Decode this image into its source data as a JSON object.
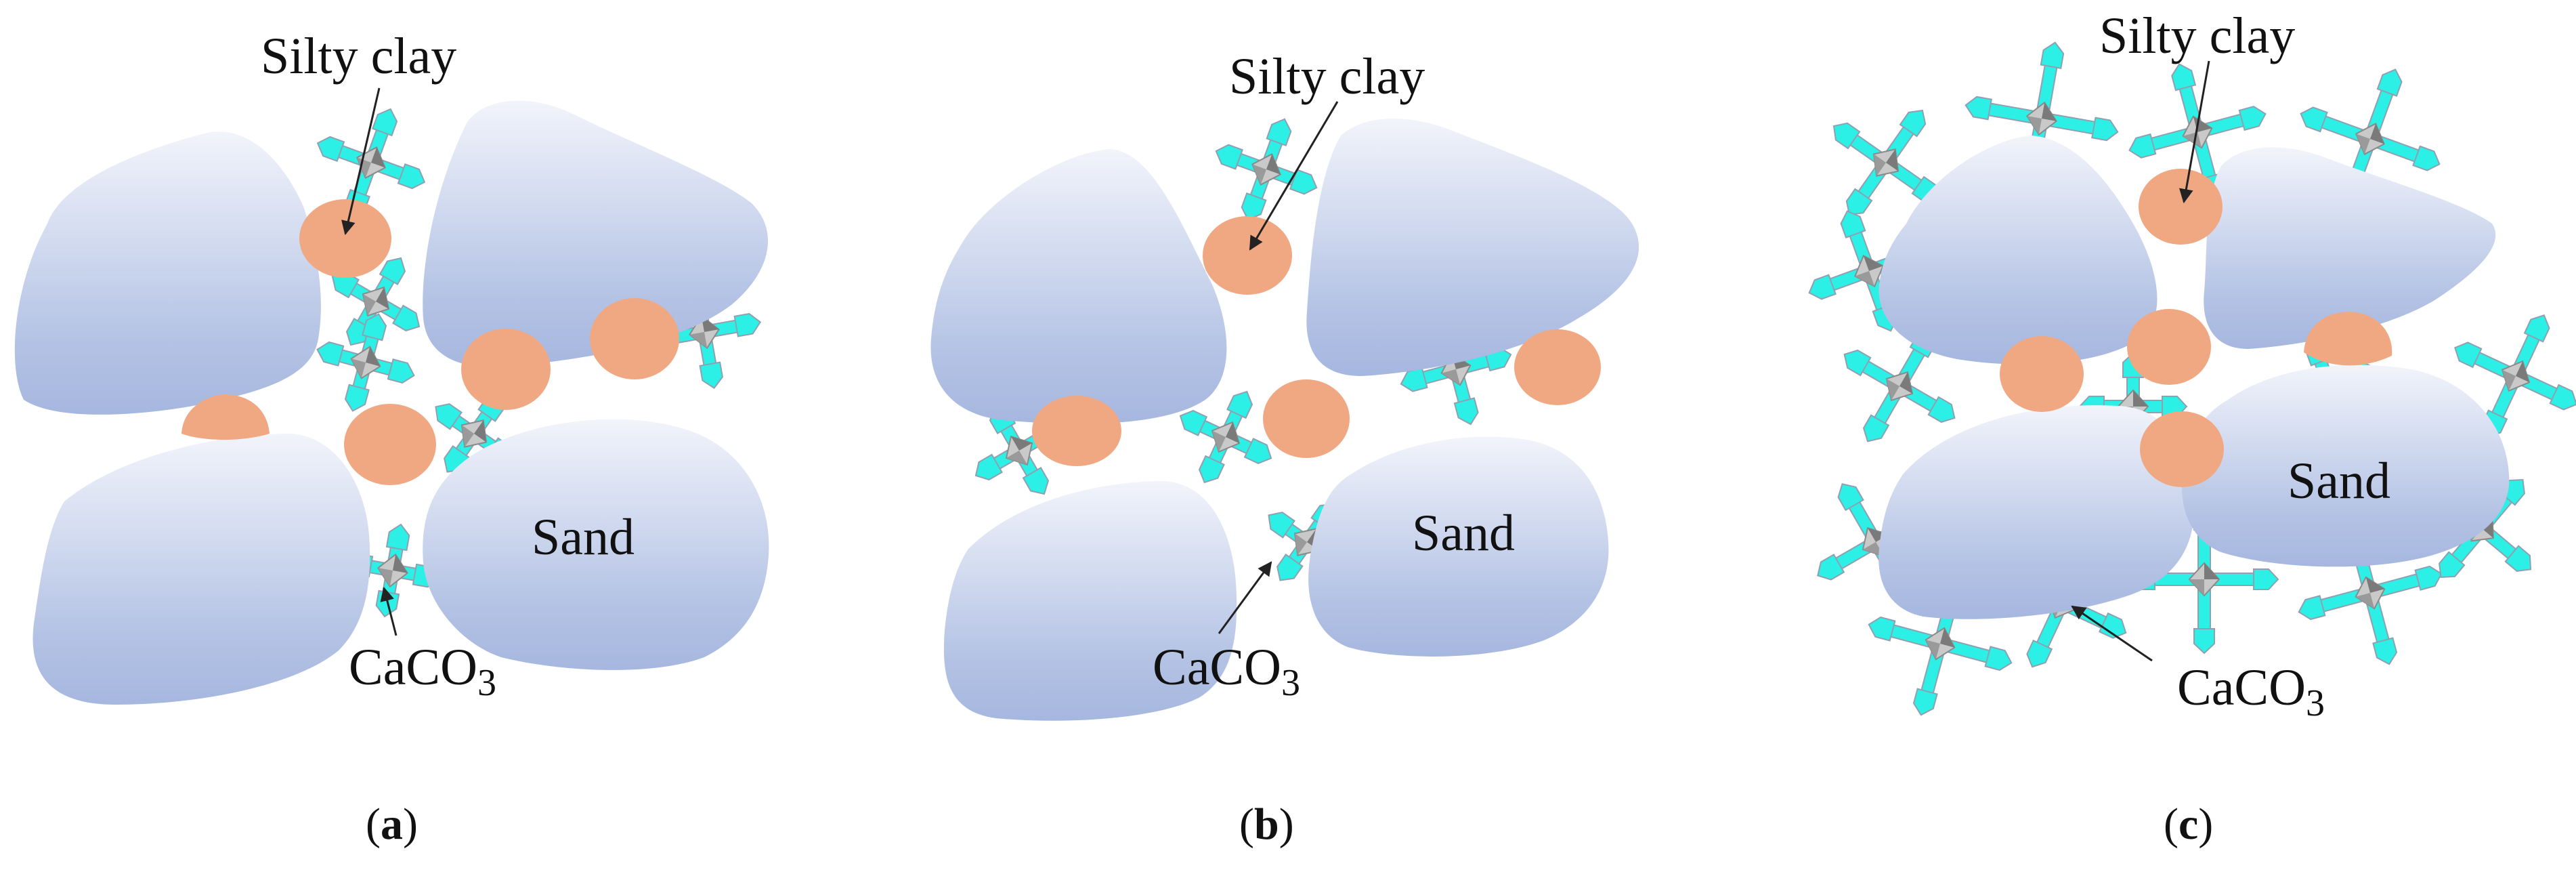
{
  "colors": {
    "sand_top": "#eef1fa",
    "sand_bottom": "#a6b7df",
    "silty_clay": "#f0a883",
    "crystal_bar": "#2cf0e6",
    "crystal_edge": "#8fa0b0",
    "crystal_node": "#8a8a8a",
    "arrow": "#222222"
  },
  "icons": [
    "sand-grain",
    "silty-clay-particle",
    "calcium-carbonate-crystal"
  ],
  "panels": [
    {
      "id": "a",
      "labels": {
        "silty_clay": "Silty clay",
        "sand": "Sand",
        "caco3_main": "CaCO",
        "caco3_sub": "3"
      },
      "caption": {
        "open": "(",
        "letter": "a",
        "close": ")"
      }
    },
    {
      "id": "b",
      "labels": {
        "silty_clay": "Silty clay",
        "sand": "Sand",
        "caco3_main": "CaCO",
        "caco3_sub": "3"
      },
      "caption": {
        "open": "(",
        "letter": "b",
        "close": ")"
      }
    },
    {
      "id": "c",
      "labels": {
        "silty_clay": "Silty clay",
        "sand": "Sand",
        "caco3_main": "CaCO",
        "caco3_sub": "3"
      },
      "caption": {
        "open": "(",
        "letter": "c",
        "close": ")"
      }
    }
  ]
}
